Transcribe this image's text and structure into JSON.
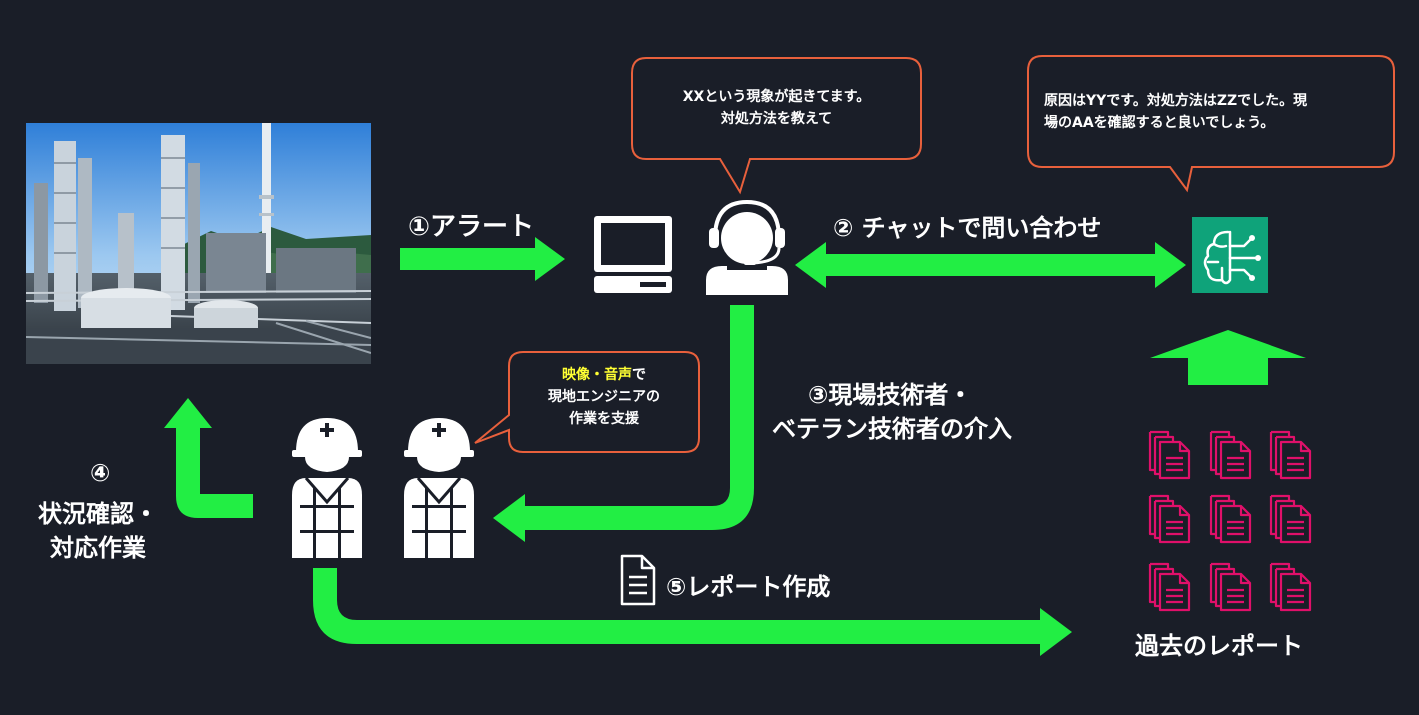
{
  "steps": {
    "alert": "①アラート",
    "chat": "② チャットで問い合わせ",
    "intervention_line1": "③現場技術者・",
    "intervention_line2": "ベテラン技術者の介入",
    "response_number": "④",
    "response_line1": "状況確認・",
    "response_line2": "対応作業",
    "report": "⑤レポート作成"
  },
  "bubbles": {
    "operator_line1": "XXという現象が起きてます。",
    "operator_line2": "対処方法を教えて",
    "ai_line1": "原因はYYです。対処方法はZZでした。現",
    "ai_line2": "場のAAを確認すると良いでしょう。",
    "support_highlight": "映像・音声",
    "support_line1_rest": "で",
    "support_line2": "現地エンジニアの",
    "support_line3": "作業を支援"
  },
  "past_reports_label": "過去のレポート",
  "colors": {
    "background": "#1a1e28",
    "arrow": "#22ee44",
    "bubble_border": "#e8603c",
    "document": "#e0106a",
    "ai_icon": "#0fa37a",
    "highlight": "#ffff33",
    "text": "#ffffff"
  },
  "icons": [
    "factory-photo",
    "computer-icon",
    "operator-headset-icon",
    "ai-brain-icon",
    "worker-icon",
    "report-doc-icon",
    "past-report-doc-icon"
  ]
}
